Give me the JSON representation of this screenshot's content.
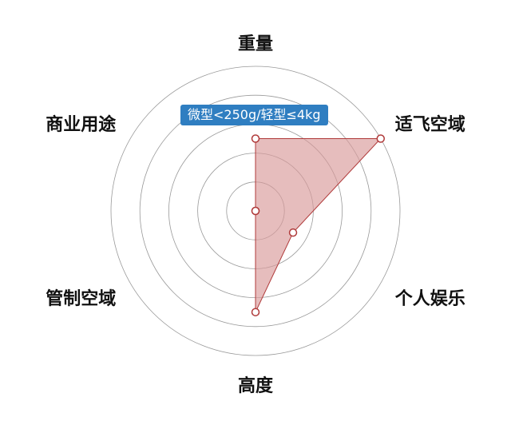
{
  "chart_data": {
    "type": "radar",
    "indicators": [
      "重量",
      "适飞空域",
      "个人娱乐",
      "高度",
      "管制空域",
      "商业用途"
    ],
    "max": 5,
    "series": [
      {
        "values": [
          2.5,
          5,
          1.5,
          3.5,
          0,
          0
        ]
      }
    ],
    "rings": 5,
    "colors": {
      "fill": "#d99a9a",
      "stroke": "#b03a3a",
      "point": "#b03a3a",
      "ring": "#999999"
    }
  },
  "tooltip": {
    "text": "微型<250g/轻型≤4kg"
  }
}
